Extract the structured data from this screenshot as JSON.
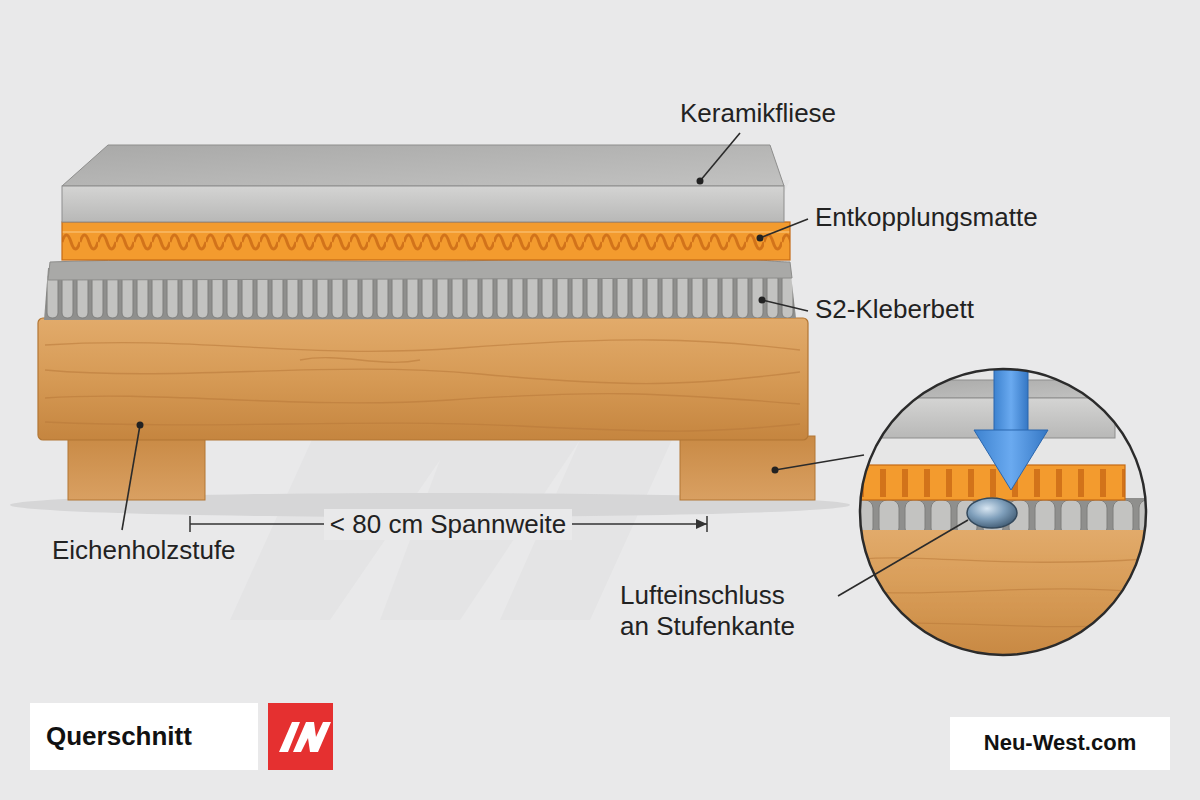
{
  "diagram": {
    "nodes": [
      {
        "text": [
          "Querschnitt"
        ]
      },
      {
        "text": [
          "Neu-West.com"
        ]
      }
    ],
    "labels": [
      "Keramikfliese",
      "Entkopplungsmatte",
      "S2-Kleberbett",
      "Eichenholzstufe",
      "< 80 cm Spannweite",
      "Lufteinschluss an Stufenkante"
    ]
  }
}
